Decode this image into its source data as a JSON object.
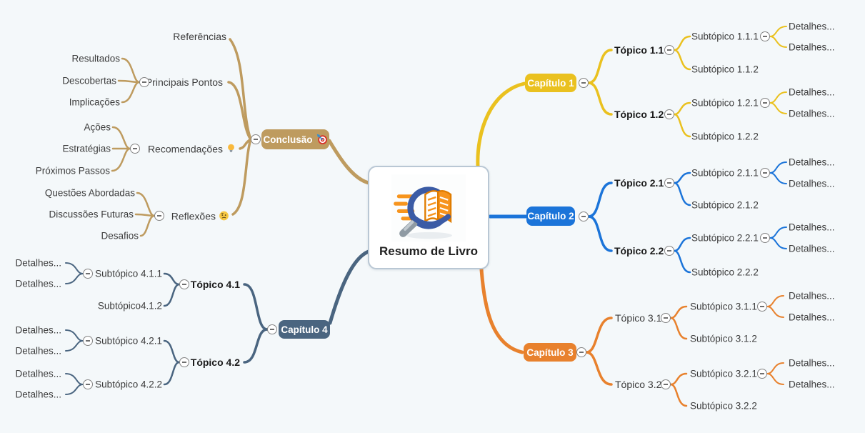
{
  "center": {
    "title": "Resumo de Livro",
    "logo": "book-magnifier-logo"
  },
  "theme": {
    "background": "#F4F8FA",
    "capitulo1": "#EAC11F",
    "capitulo2": "#1B74D9",
    "capitulo3": "#E8812D",
    "capitulo4": "#4A6580",
    "conclusao": "#BE9B5F",
    "node_text": "#3D3D3D",
    "center_border": "#B9C7D4"
  },
  "branches": {
    "capitulo1": {
      "label": "Capítulo 1",
      "topics": [
        {
          "label": "Tópico 1.1",
          "subtopics": [
            {
              "label": "Subtópico 1.1.1",
              "details": [
                "Detalhes...",
                "Detalhes..."
              ]
            },
            {
              "label": "Subtópico 1.1.2",
              "details": []
            }
          ]
        },
        {
          "label": "Tópico 1.2",
          "subtopics": [
            {
              "label": "Subtópico 1.2.1",
              "details": [
                "Detalhes...",
                "Detalhes..."
              ]
            },
            {
              "label": "Subtópico 1.2.2",
              "details": []
            }
          ]
        }
      ]
    },
    "capitulo2": {
      "label": "Capítulo 2",
      "topics": [
        {
          "label": "Tópico 2.1",
          "subtopics": [
            {
              "label": "Subtópico 2.1.1",
              "details": [
                "Detalhes...",
                "Detalhes..."
              ]
            },
            {
              "label": "Subtópico 2.1.2",
              "details": []
            }
          ]
        },
        {
          "label": "Tópico 2.2",
          "subtopics": [
            {
              "label": "Subtópico 2.2.1",
              "details": [
                "Detalhes...",
                "Detalhes..."
              ]
            },
            {
              "label": "Subtópico 2.2.2",
              "details": []
            }
          ]
        }
      ]
    },
    "capitulo3": {
      "label": "Capítulo 3",
      "topics": [
        {
          "label": "Tópico 3.1",
          "subtopics": [
            {
              "label": "Subtópico 3.1.1",
              "details": [
                "Detalhes...",
                "Detalhes..."
              ]
            },
            {
              "label": "Subtópico 3.1.2",
              "details": []
            }
          ]
        },
        {
          "label": "Tópico 3.2",
          "subtopics": [
            {
              "label": "Subtópico 3.2.1",
              "details": [
                "Detalhes...",
                "Detalhes..."
              ]
            },
            {
              "label": "Subtópico 3.2.2",
              "details": []
            }
          ]
        }
      ]
    },
    "capitulo4": {
      "label": "Capítulo 4",
      "topics": [
        {
          "label": "Tópico 4.1",
          "subtopics": [
            {
              "label": "Subtópico 4.1.1",
              "details": [
                "Detalhes...",
                "Detalhes..."
              ]
            },
            {
              "label": "Subtópico4.1.2",
              "details": []
            }
          ]
        },
        {
          "label": "Tópico 4.2",
          "subtopics": [
            {
              "label": "Subtópico 4.2.1",
              "details": [
                "Detalhes...",
                "Detalhes..."
              ]
            },
            {
              "label": "Subtópico 4.2.2",
              "details": [
                "Detalhes...",
                "Detalhes..."
              ]
            }
          ]
        }
      ]
    },
    "conclusao": {
      "label": "Conclusão",
      "icon": "target-icon",
      "children": [
        {
          "label": "Referências",
          "items": []
        },
        {
          "label": "Principais Pontos",
          "items": [
            "Resultados",
            "Descobertas",
            "Implicações"
          ]
        },
        {
          "label": "Recomendações",
          "icon": "lightbulb-icon",
          "items": [
            "Ações",
            "Estratégias",
            "Próximos Passos"
          ]
        },
        {
          "label": "Reflexões",
          "icon": "thinking-face-icon",
          "items": [
            "Questões Abordadas",
            "Discussões Futuras",
            "Desafios"
          ]
        }
      ]
    }
  }
}
